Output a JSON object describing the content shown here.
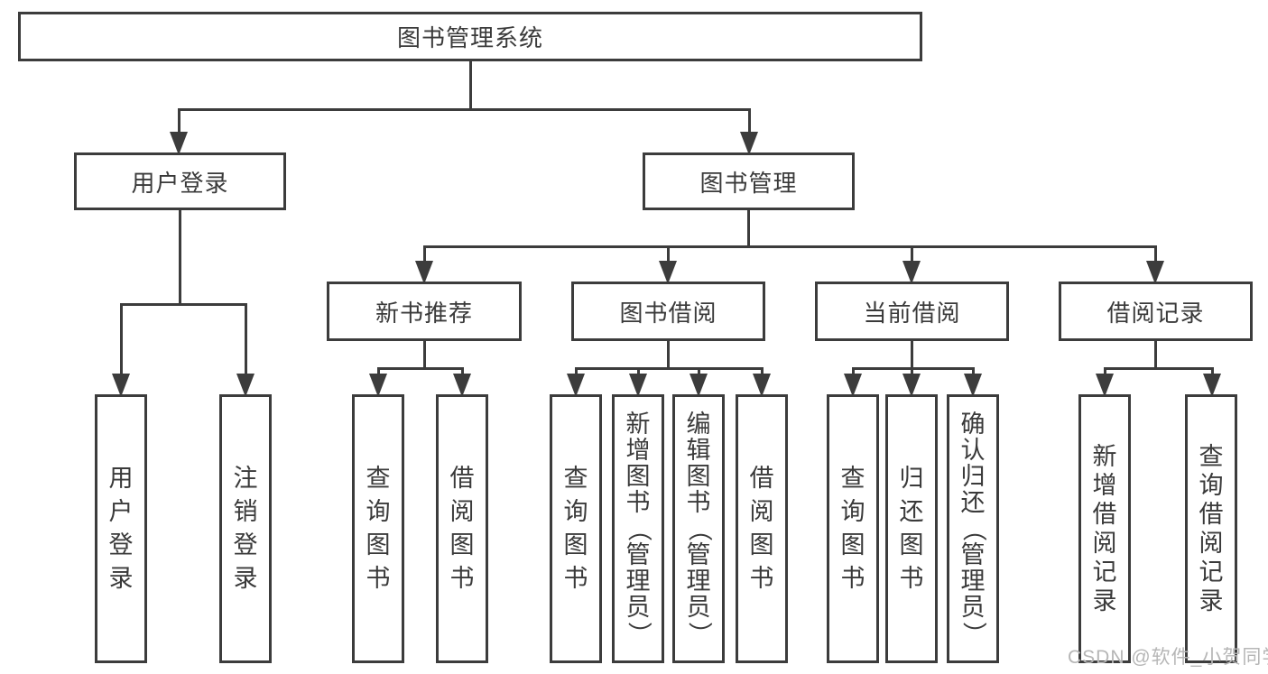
{
  "watermark": "CSDN @软件_小贺同学",
  "colors": {
    "line": "#3c3c3c",
    "text": "#3a3a3a",
    "watermark": "#b6b6b6"
  },
  "tree": {
    "root": {
      "label": "图书管理系统",
      "children": [
        {
          "label": "用户登录",
          "children": [
            {
              "label": "用户登录"
            },
            {
              "label": "注销登录"
            }
          ]
        },
        {
          "label": "图书管理",
          "children": [
            {
              "label": "新书推荐",
              "children": [
                {
                  "label": "查询图书"
                },
                {
                  "label": "借阅图书"
                }
              ]
            },
            {
              "label": "图书借阅",
              "children": [
                {
                  "label": "查询图书"
                },
                {
                  "label": "新增图书（管理员）"
                },
                {
                  "label": "编辑图书（管理员）"
                },
                {
                  "label": "借阅图书"
                }
              ]
            },
            {
              "label": "当前借阅",
              "children": [
                {
                  "label": "查询图书"
                },
                {
                  "label": "归还图书"
                },
                {
                  "label": "确认归还（管理员）"
                }
              ]
            },
            {
              "label": "借阅记录",
              "children": [
                {
                  "label": "新增借阅记录"
                },
                {
                  "label": "查询借阅记录"
                }
              ]
            }
          ]
        }
      ]
    }
  }
}
